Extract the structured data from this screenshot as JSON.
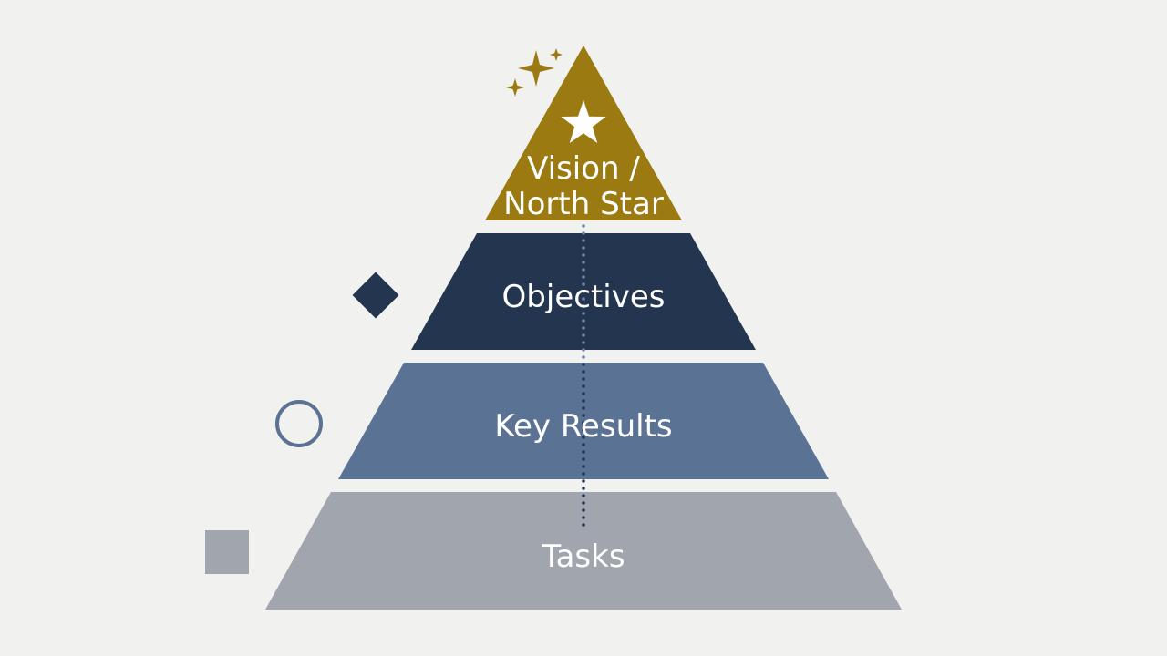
{
  "colors": {
    "background": "#f1f1f0",
    "vision": "#9c7a12",
    "objectives": "#243550",
    "key_results": "#5a7294",
    "tasks": "#a0a5ae",
    "label_text": "#ffffff",
    "connector_top": "#6e86a6",
    "connector_bottom": "#243550"
  },
  "pyramid": {
    "vision": {
      "line1": "Vision /",
      "line2": "North Star",
      "icon": "star-icon"
    },
    "objectives": {
      "label": "Objectives"
    },
    "key_results": {
      "label": "Key Results"
    },
    "tasks": {
      "label": "Tasks"
    }
  },
  "decorations": {
    "sparkles": "sparkle-icon",
    "diamond": "diamond-shape",
    "circle": "ring-shape",
    "square": "square-shape"
  }
}
